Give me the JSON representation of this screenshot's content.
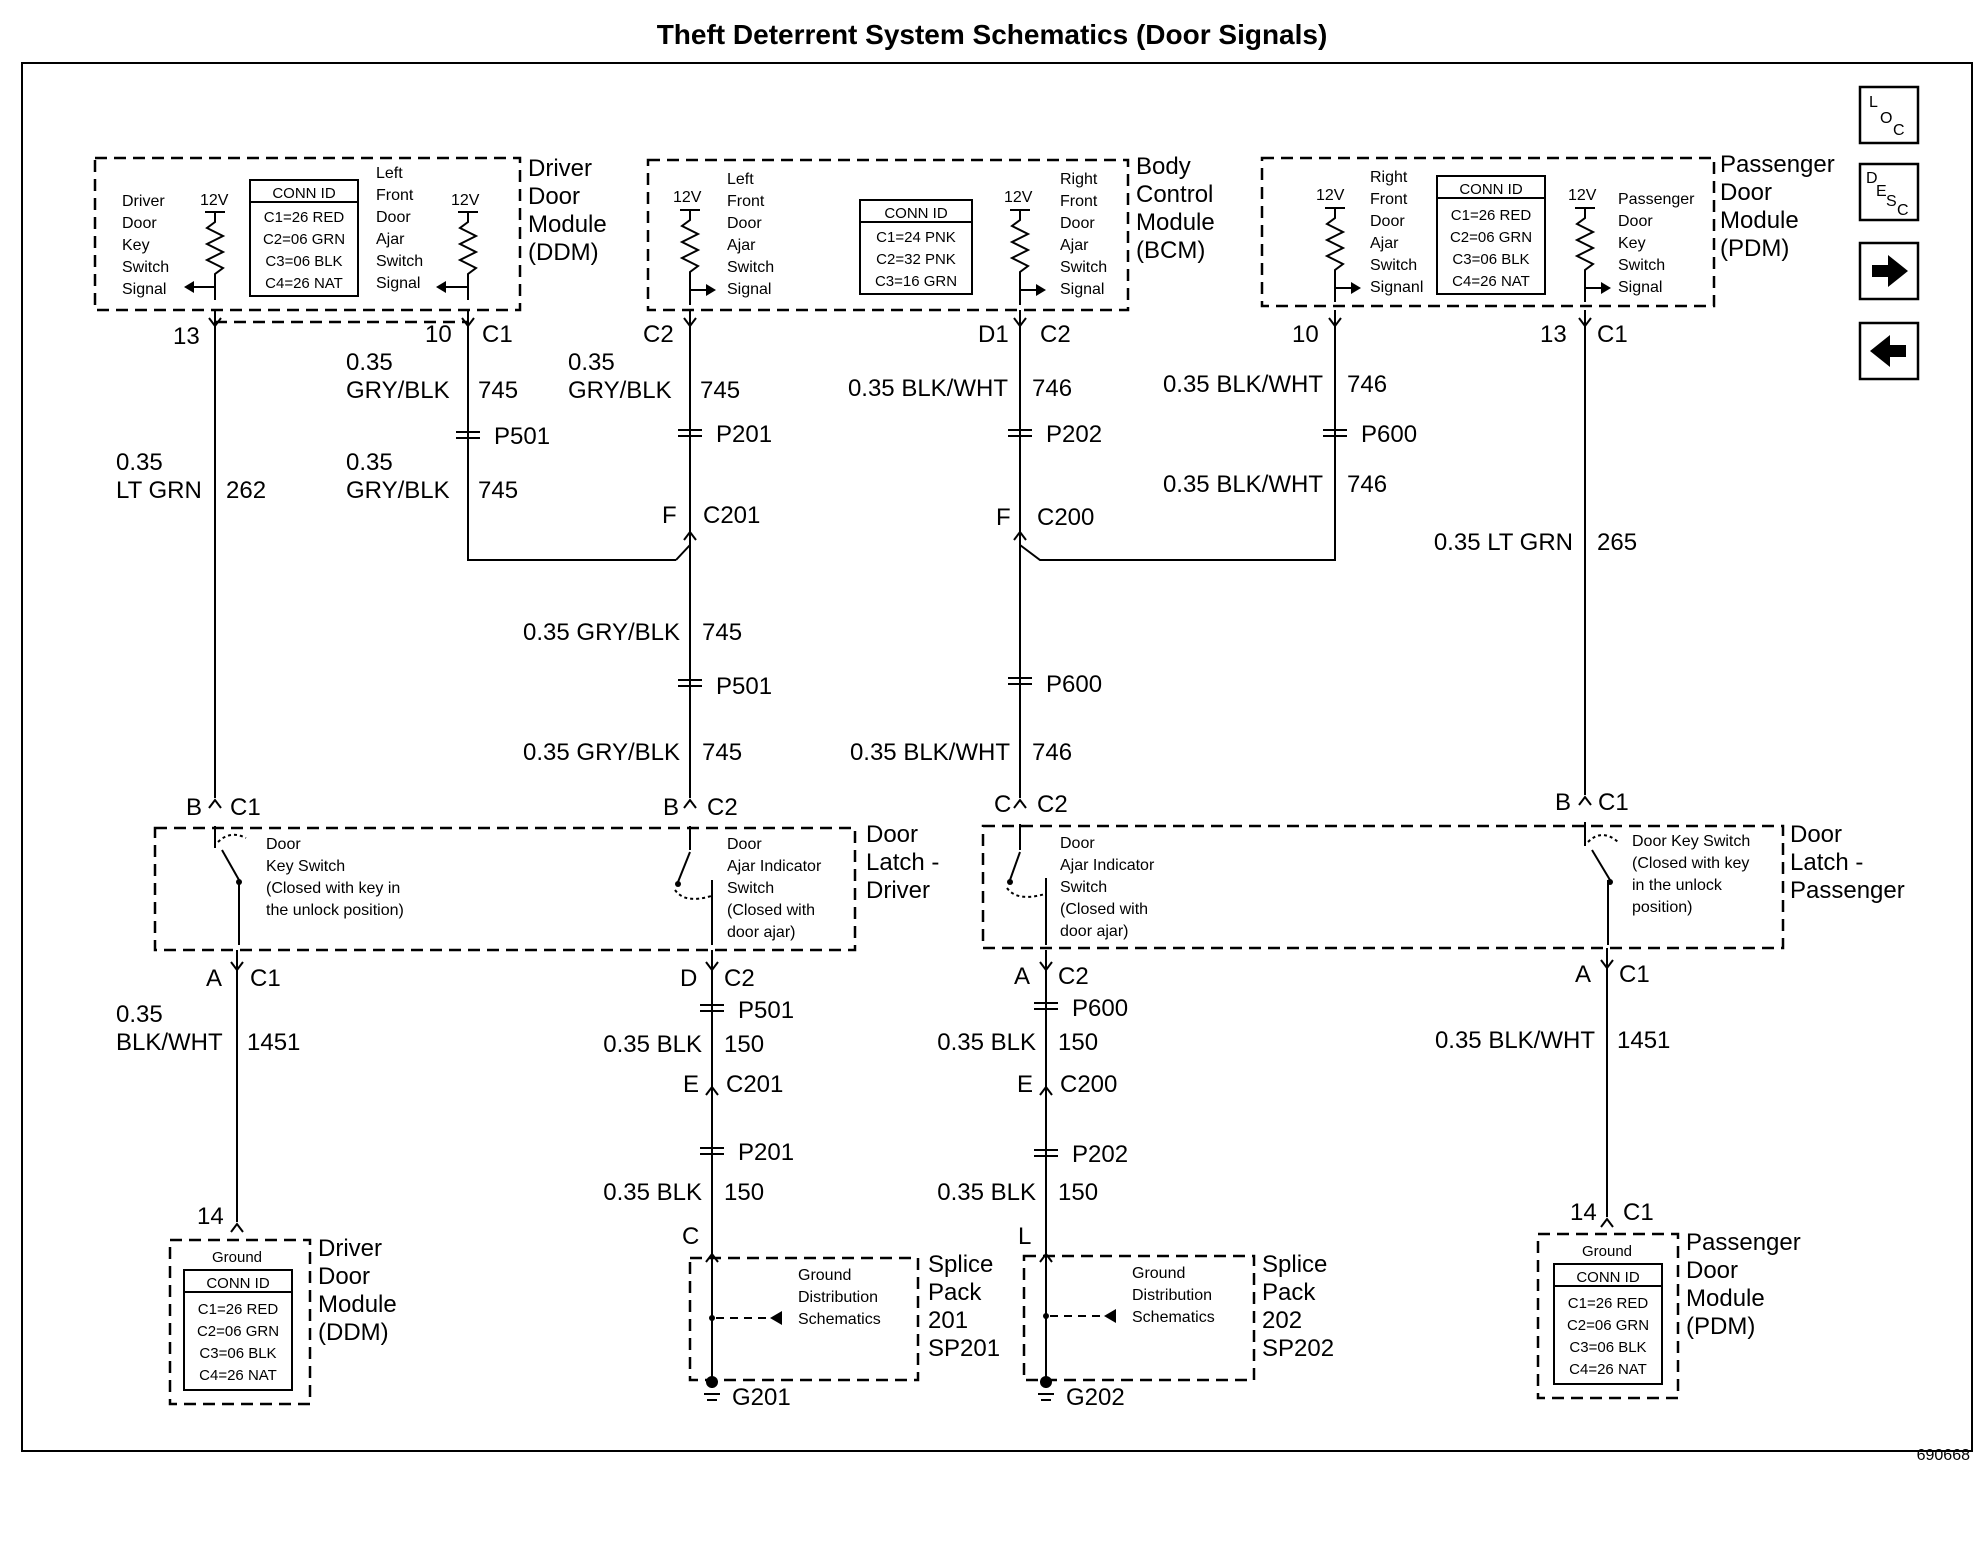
{
  "title": "Theft Deterrent System Schematics (Door Signals)",
  "figure_id": "690668",
  "nav": {
    "loc": [
      "L",
      "O",
      "C"
    ],
    "desc": [
      "D",
      "E",
      "S",
      "C"
    ],
    "next_icon": "arrow-right-icon",
    "prev_icon": "arrow-left-icon"
  },
  "conn_id": {
    "header": "CONN ID",
    "door_module": [
      "C1=26 RED",
      "C2=06 GRN",
      "C3=06 BLK",
      "C4=26 NAT"
    ],
    "bcm": [
      "C1=24 PNK",
      "C2=32 PNK",
      "C3=16 GRN"
    ]
  },
  "modules": {
    "ddm": [
      "Driver",
      "Door",
      "Module",
      "(DDM)"
    ],
    "bcm": [
      "Body",
      "Control",
      "Module",
      "(BCM)"
    ],
    "pdm": [
      "Passenger",
      "Door",
      "Module",
      "(PDM)"
    ],
    "latch_driver": [
      "Door",
      "Latch -",
      "Driver"
    ],
    "latch_passenger": [
      "Door",
      "Latch -",
      "Passenger"
    ],
    "splice_201": [
      "Splice",
      "Pack",
      "201",
      "SP201"
    ],
    "splice_202": [
      "Splice",
      "Pack",
      "202",
      "SP202"
    ]
  },
  "signals": {
    "ddm_key": [
      "Driver",
      "Door",
      "Key",
      "Switch",
      "Signal"
    ],
    "ddm_ajar": [
      "Left",
      "Front",
      "Door",
      "Ajar",
      "Switch",
      "Signal"
    ],
    "bcm_left": [
      "Left",
      "Front",
      "Door",
      "Ajar",
      "Switch",
      "Signal"
    ],
    "bcm_right": [
      "Right",
      "Front",
      "Door",
      "Ajar",
      "Switch",
      "Signal"
    ],
    "pdm_ajar": [
      "Right",
      "Front",
      "Door",
      "Ajar",
      "Switch",
      "Signanl"
    ],
    "pdm_key": [
      "Passenger",
      "Door",
      "Key",
      "Switch",
      "Signal"
    ]
  },
  "voltage": "12V",
  "ground": "Ground",
  "ground_dist": [
    "Ground",
    "Distribution",
    "Schematics"
  ],
  "grounds": [
    "G201",
    "G202"
  ],
  "switches": {
    "driver_key": [
      "Door",
      "Key Switch",
      "(Closed with key in",
      "the unlock position)"
    ],
    "driver_ajar": [
      "Door",
      "Ajar Indicator",
      "Switch",
      "(Closed with",
      "door ajar)"
    ],
    "pass_ajar": [
      "Door",
      "Ajar Indicator",
      "Switch",
      "(Closed with",
      "door ajar)"
    ],
    "pass_key": [
      "Door Key Switch",
      "(Closed with key",
      "in the unlock",
      "position)"
    ]
  },
  "pins": {
    "p13a": "13",
    "p10a": "10",
    "c1": "C1",
    "c2": "C2",
    "d1": "D1",
    "p10b": "10",
    "p13b": "13",
    "f": "F",
    "b": "B",
    "c": "C",
    "a": "A",
    "d": "D",
    "e": "E",
    "l": "L",
    "p14": "14"
  },
  "connectors": {
    "c201": "C201",
    "c200": "C200",
    "p501": "P501",
    "p201": "P201",
    "p202": "P202",
    "p600": "P600"
  },
  "wires": {
    "w035": "0.35",
    "gryblk": "GRY/BLK",
    "ltgrn": "LT GRN",
    "blkwht": "BLK/WHT",
    "gryblk_full": "0.35 GRY/BLK",
    "blkwht_full": "0.35 BLK/WHT",
    "ltgrn_full": "0.35 LT GRN",
    "blk_full": "0.35 BLK",
    "c262": "262",
    "c265": "265",
    "c745": "745",
    "c746": "746",
    "c1451": "1451",
    "c150": "150"
  }
}
